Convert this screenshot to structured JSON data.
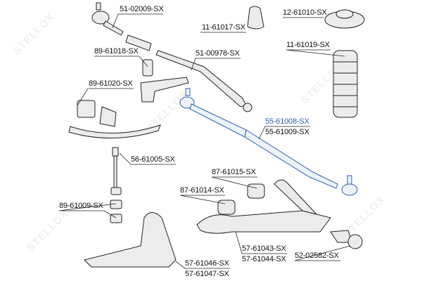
{
  "watermark": "STELLOX",
  "colors": {
    "highlight": "#2a5fb0",
    "part_fill": "#e6e6e6",
    "stroke": "#222222"
  },
  "labels": {
    "tie_rod_end": "51-02009-SX",
    "bump_stop": "11-61017-SX",
    "strut_mount": "12-61010-SX",
    "idler_bushing": "89-61018-SX",
    "center_link": "51-00978-SX",
    "dust_boot": "11-61019-SX",
    "stabilizer_bushing": "89-61020-SX",
    "tie_rod_left": "55-61008-SX",
    "tie_rod_right": "55-61009-SX",
    "stabilizer_link": "56-61005-SX",
    "arm_bushing_rear": "87-61015-SX",
    "arm_bushing_front": "87-61014-SX",
    "link_bushing": "89-61009-SX",
    "upper_arm_left": "57-61043-SX",
    "upper_arm_right": "57-61044-SX",
    "ball_joint": "52-02582-SX",
    "lower_arm_left": "57-61046-SX",
    "lower_arm_right": "57-61047-SX"
  }
}
